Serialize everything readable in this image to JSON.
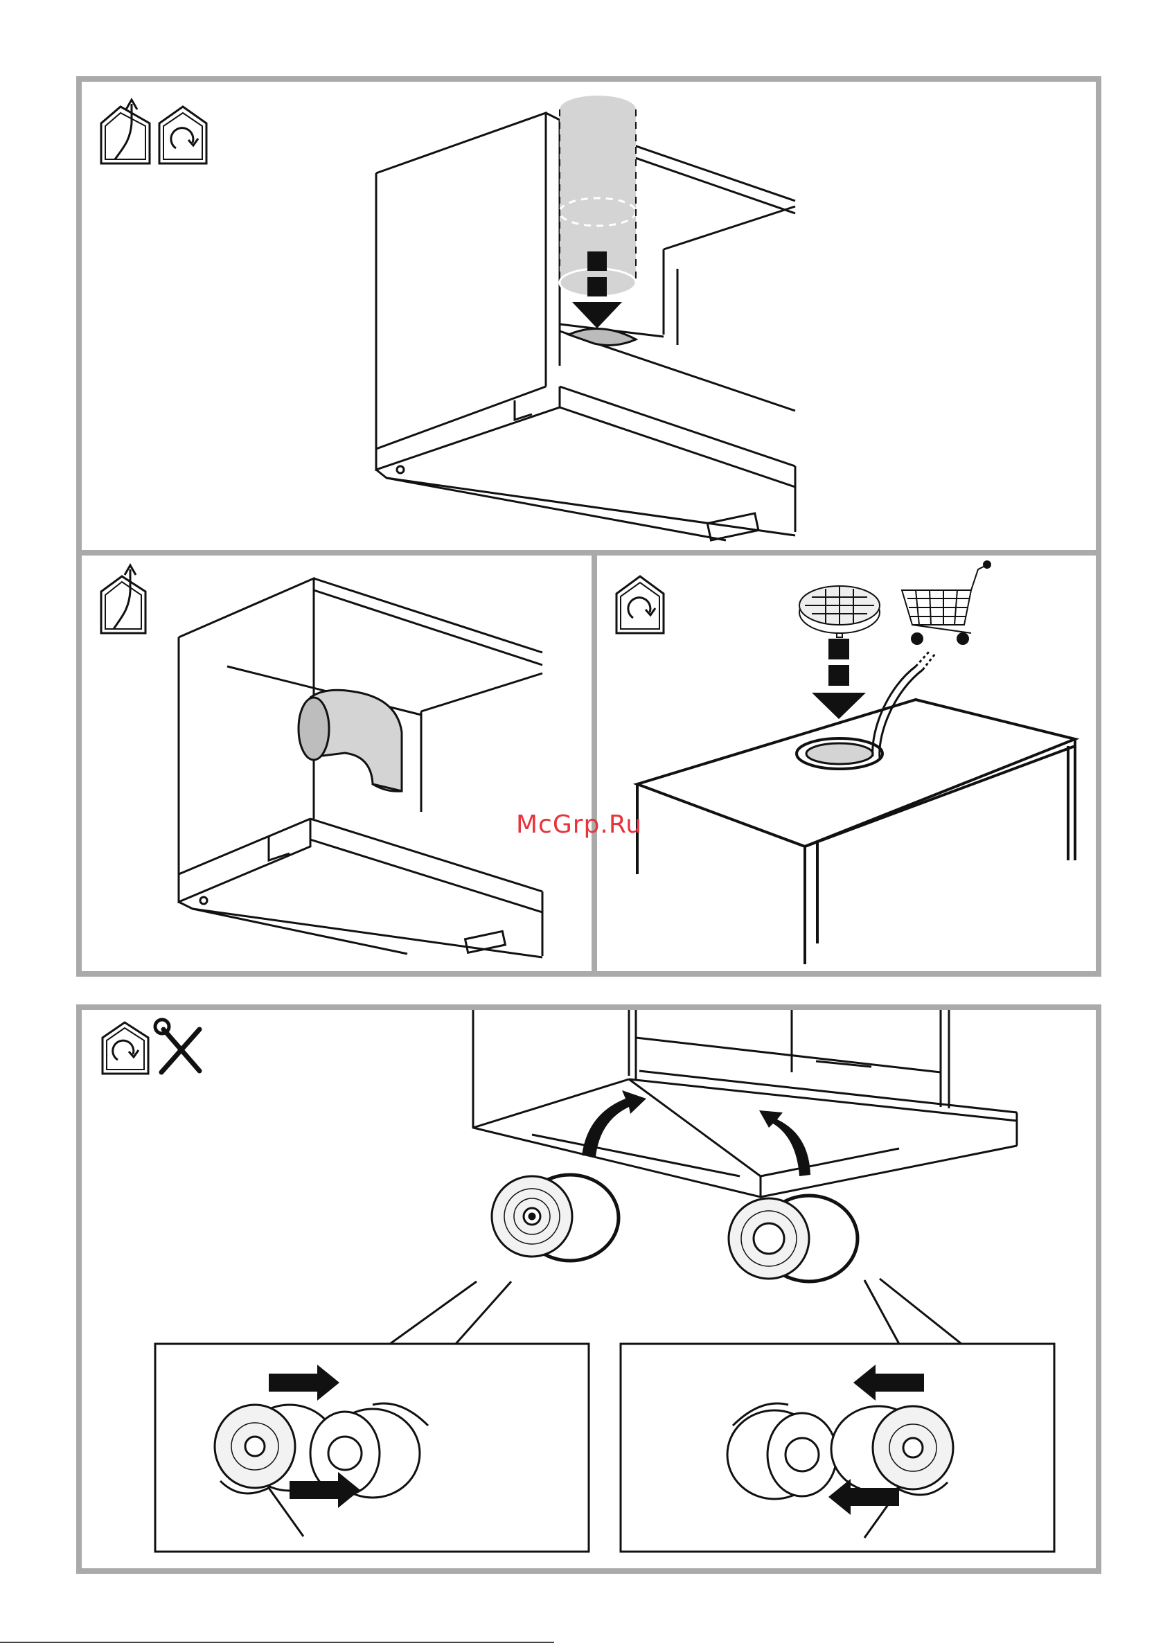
{
  "watermark": {
    "text": "McGrp.Ru",
    "color": "#e8323c"
  },
  "frame_color": "#aaaaaa",
  "duct_fill": "#d4d4d4",
  "panels": [
    {
      "id": "top",
      "icons": [
        "ducted-exhaust-icon",
        "recirculation-icon"
      ],
      "illustration": "hood-installation-with-round-duct"
    },
    {
      "id": "middle-left",
      "icons": [
        "ducted-exhaust-icon"
      ],
      "illustration": "hood-with-elbow-duct"
    },
    {
      "id": "middle-right",
      "icons": [
        "recirculation-icon"
      ],
      "illustration": "charcoal-filter-onto-hood",
      "extra_icons": [
        "shopping-cart-icon"
      ]
    },
    {
      "id": "bottom",
      "icons": [
        "recirculation-icon",
        "tools-icon"
      ],
      "illustration": "charcoal-filter-fitting-steps"
    }
  ]
}
